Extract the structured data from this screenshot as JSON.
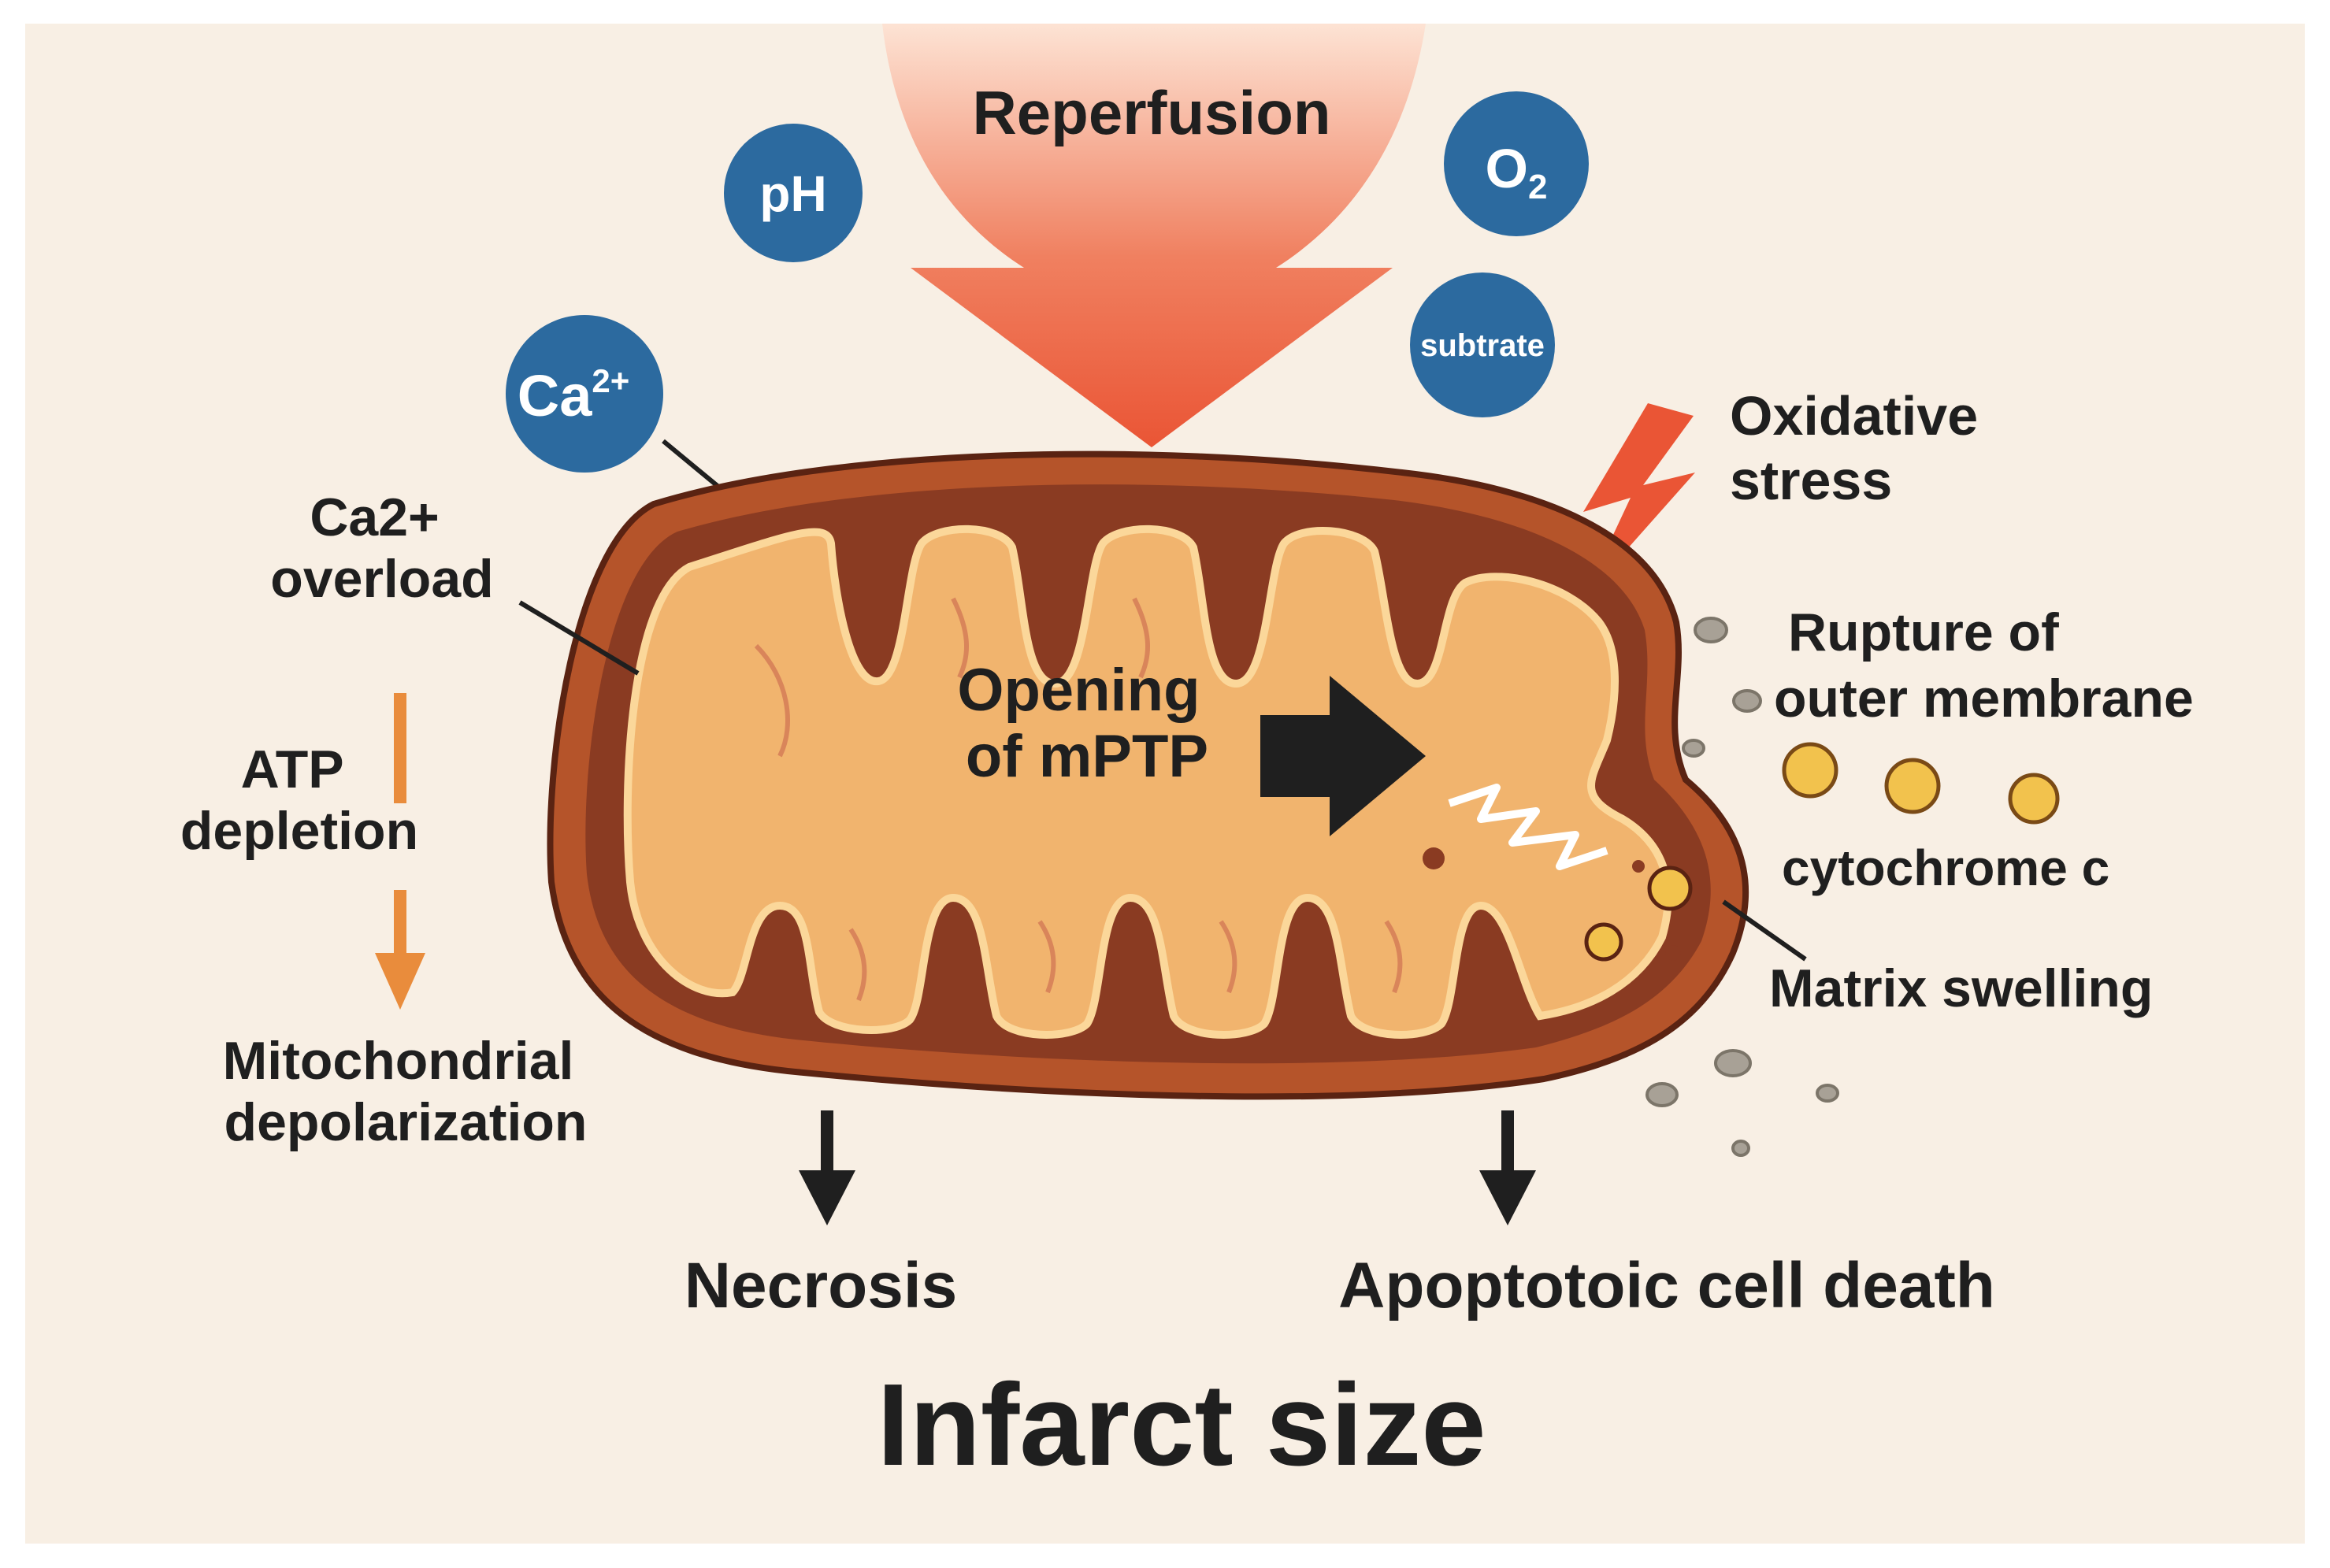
{
  "colors": {
    "background": "#f8efe4",
    "bubble": "#2c6a9f",
    "arrow_red": "#ea5535",
    "arrow_orange": "#e98c3c",
    "outer_membrane": "#b5542a",
    "inner_space": "#8a3b22",
    "matrix": "#f1b46e",
    "cytochrome": "#f2c24d",
    "text": "#1f1f1f"
  },
  "labels": {
    "reperfusion": "Reperfusion",
    "ph": "pH",
    "o2_main": "O",
    "o2_sub": "2",
    "substrate": "subtrate",
    "ca_main": "Ca",
    "ca_sup": "2+",
    "oxidative_line1": "Oxidative",
    "oxidative_line2": "stress",
    "ca_overload_line1": "Ca2+",
    "ca_overload_line2": "overload",
    "atp_line1": "ATP",
    "atp_line2": "depletion",
    "mito_line1": "Mitochondrial",
    "mito_line2": "depolarization",
    "mptp_line1": "Opening",
    "mptp_line2": "of mPTP",
    "rupture_line1": "Rupture of",
    "rupture_line2": "outer membrane",
    "cytochrome": "cytochrome c",
    "matrix_swelling": "Matrix swelling",
    "necrosis": "Necrosis",
    "apoptotic": "Apoptotoic cell death",
    "infarct": "Infarct size"
  }
}
